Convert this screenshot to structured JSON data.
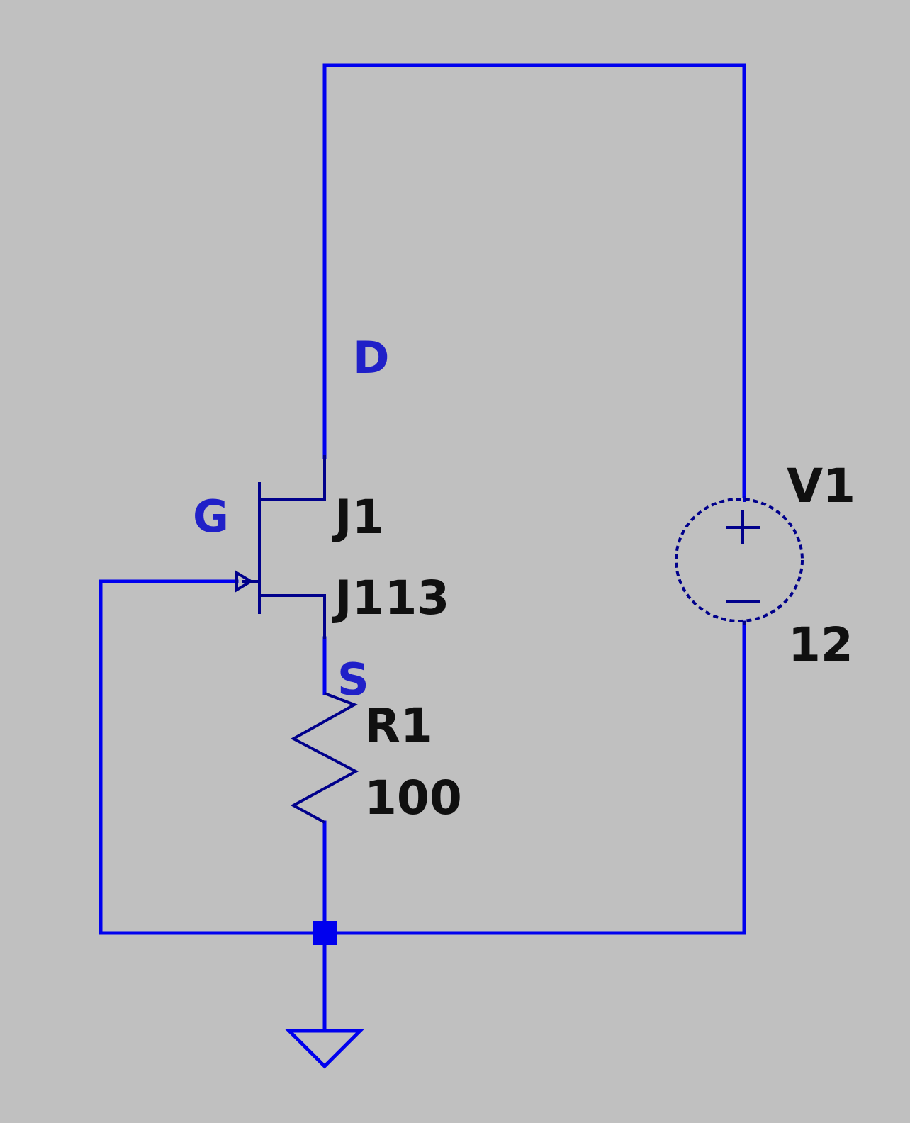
{
  "nets": {
    "drain": "D",
    "gate": "G",
    "source": "S"
  },
  "components": {
    "jfet": {
      "designator": "J1",
      "model": "J113",
      "icon": "n-channel-jfet-icon"
    },
    "resistor": {
      "designator": "R1",
      "value": "100",
      "icon": "resistor-icon"
    },
    "source": {
      "designator": "V1",
      "value": "12",
      "icon": "voltage-source-icon"
    },
    "ground": {
      "icon": "ground-icon"
    }
  },
  "colors": {
    "background": "#c0c0c0",
    "wire": "#0000ee",
    "symbol": "#00008b",
    "net_label": "#2020c8",
    "component_label": "#101010"
  }
}
